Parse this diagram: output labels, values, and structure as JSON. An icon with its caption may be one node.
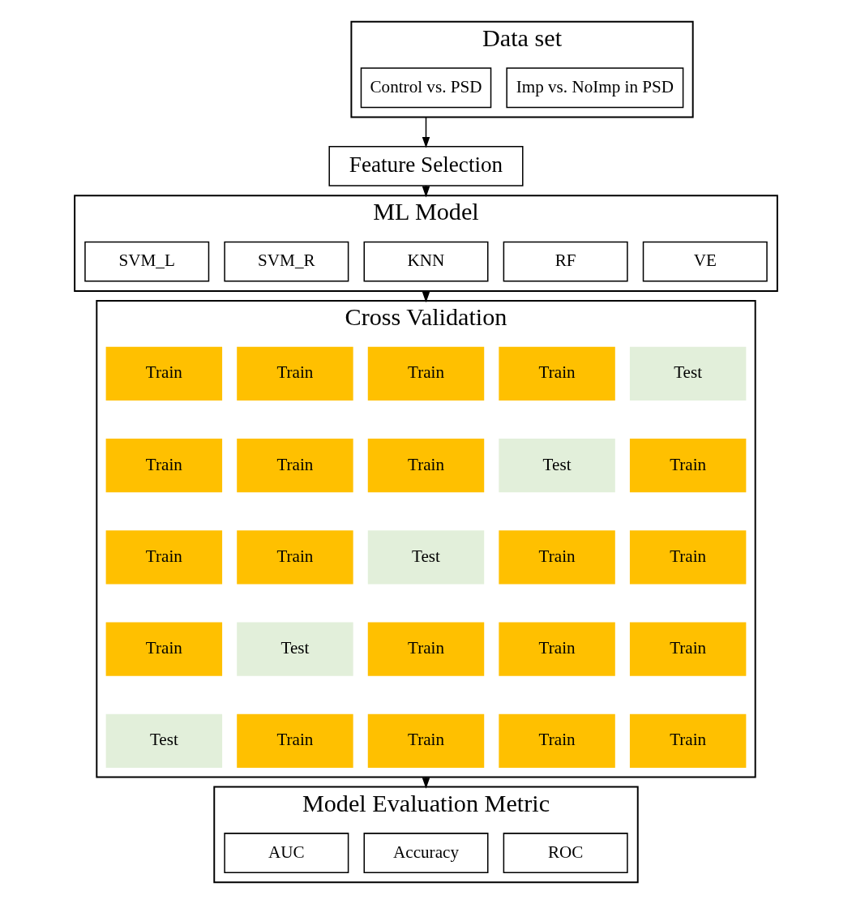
{
  "diagram": {
    "nodes": [
      {
        "text": [
          "Data set"
        ]
      },
      {
        "text": [
          "Control vs. PSD"
        ],
        "in": 0
      },
      {
        "text": [
          "Imp vs. NoImp in PSD"
        ],
        "in": 0
      },
      {
        "text": [
          "Feature Selection"
        ]
      },
      {
        "text": [
          "ML Model"
        ]
      },
      {
        "text": [
          "SVM_L"
        ],
        "in": 4
      },
      {
        "text": [
          "SVM_R"
        ],
        "in": 4
      },
      {
        "text": [
          "KNN"
        ],
        "in": 4
      },
      {
        "text": [
          "RF"
        ],
        "in": 4
      },
      {
        "text": [
          "VE"
        ],
        "in": 4
      },
      {
        "text": [
          "Cross Validation"
        ]
      },
      {
        "text": [
          "Train"
        ],
        "in": 10
      },
      {
        "text": [
          "Train"
        ],
        "in": 10
      },
      {
        "text": [
          "Train"
        ],
        "in": 10
      },
      {
        "text": [
          "Train"
        ],
        "in": 10
      },
      {
        "text": [
          "Test"
        ],
        "in": 10
      },
      {
        "text": [
          "Train"
        ],
        "in": 10
      },
      {
        "text": [
          "Train"
        ],
        "in": 10
      },
      {
        "text": [
          "Train"
        ],
        "in": 10
      },
      {
        "text": [
          "Test"
        ],
        "in": 10
      },
      {
        "text": [
          "Train"
        ],
        "in": 10
      },
      {
        "text": [
          "Train"
        ],
        "in": 10
      },
      {
        "text": [
          "Train"
        ],
        "in": 10
      },
      {
        "text": [
          "Test"
        ],
        "in": 10
      },
      {
        "text": [
          "Train"
        ],
        "in": 10
      },
      {
        "text": [
          "Train"
        ],
        "in": 10
      },
      {
        "text": [
          "Train"
        ],
        "in": 10
      },
      {
        "text": [
          "Test"
        ],
        "in": 10
      },
      {
        "text": [
          "Train"
        ],
        "in": 10
      },
      {
        "text": [
          "Train"
        ],
        "in": 10
      },
      {
        "text": [
          "Train"
        ],
        "in": 10
      },
      {
        "text": [
          "Test"
        ],
        "in": 10
      },
      {
        "text": [
          "Train"
        ],
        "in": 10
      },
      {
        "text": [
          "Train"
        ],
        "in": 10
      },
      {
        "text": [
          "Train"
        ],
        "in": 10
      },
      {
        "text": [
          "Train"
        ],
        "in": 10
      },
      {
        "text": [
          "Model Evaluation Metric"
        ]
      },
      {
        "text": [
          "AUC"
        ],
        "in": 36
      },
      {
        "text": [
          "Accuracy"
        ],
        "in": 36
      },
      {
        "text": [
          "ROC"
        ],
        "in": 36
      }
    ],
    "edges": [
      {
        "from": 0,
        "to": 3,
        "arrow": "to"
      },
      {
        "from": 3,
        "to": 4,
        "arrow": "to"
      },
      {
        "from": 4,
        "to": 10,
        "arrow": "to"
      },
      {
        "from": 10,
        "to": 36,
        "arrow": "to"
      }
    ]
  }
}
